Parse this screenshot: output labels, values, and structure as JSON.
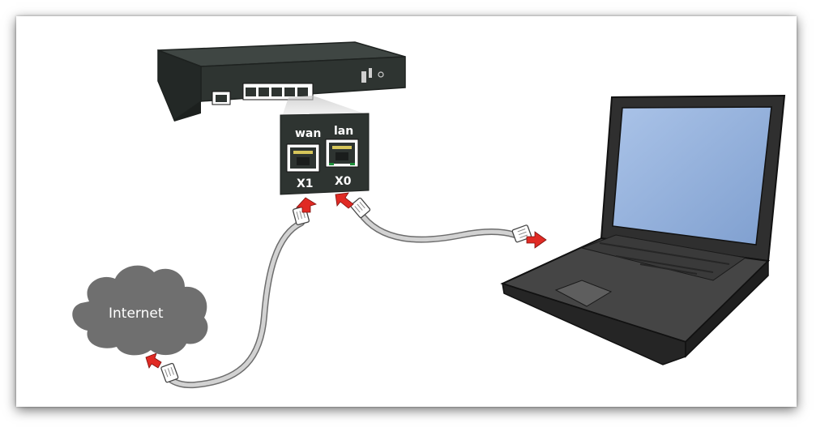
{
  "diagram": {
    "cloud_label": "Internet",
    "ports": {
      "wan_label": "wan",
      "lan_label": "lan",
      "wan_id": "X1",
      "lan_id": "X0"
    }
  },
  "colors": {
    "device_body": "#2e3431",
    "device_top": "#3c4340",
    "cloud": "#6f6f6f",
    "cable": "#c9c9c9",
    "arrow": "#e02a24",
    "laptop_body": "#2f2f2f",
    "laptop_screen": "#9bb7e0"
  },
  "icons": [
    "firewall-appliance-icon",
    "internet-cloud-icon",
    "laptop-icon",
    "ethernet-cable-icon",
    "direction-arrow-icon"
  ]
}
